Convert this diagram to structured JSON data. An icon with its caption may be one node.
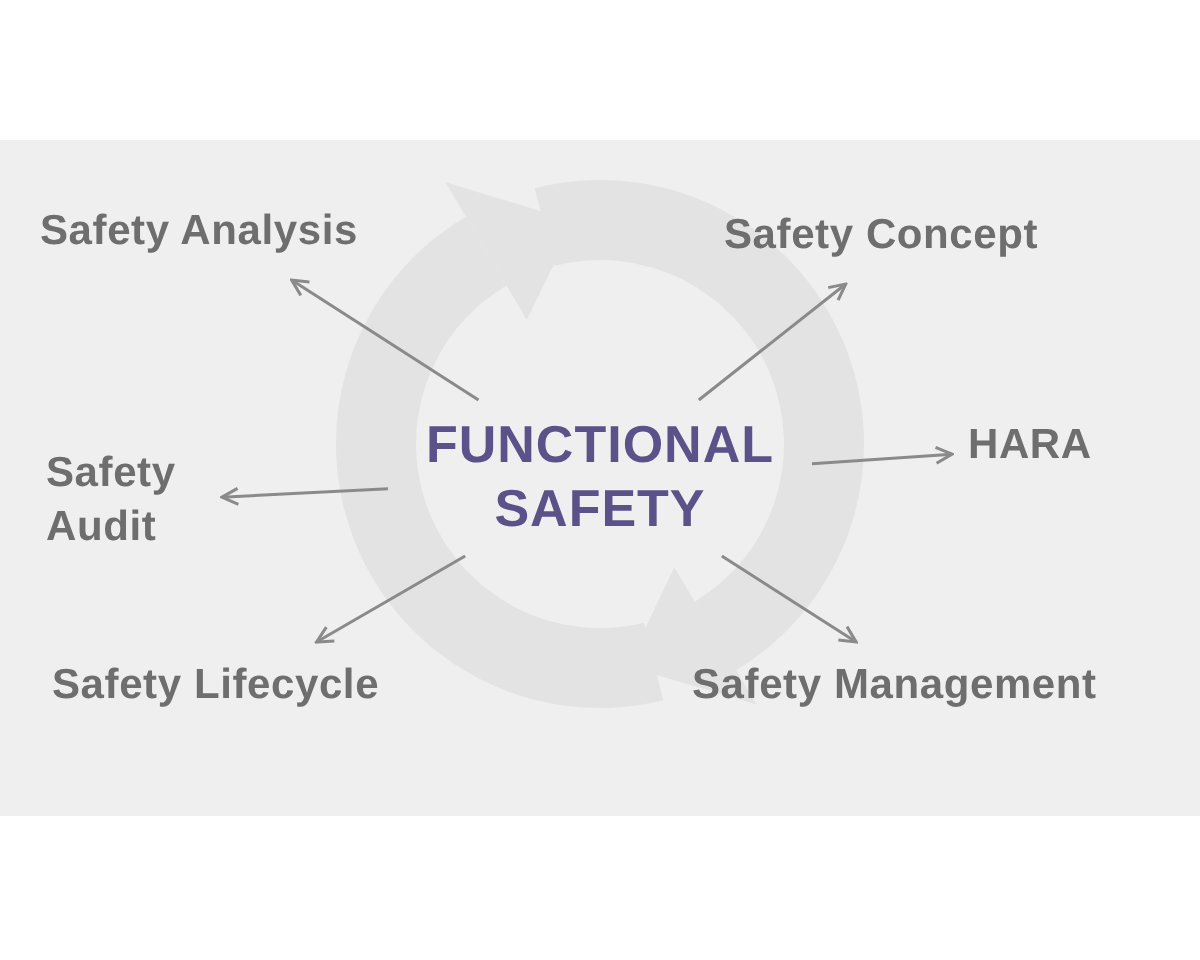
{
  "diagram": {
    "nodes": [
      {
        "text": [
          "Safety Analysis"
        ]
      },
      {
        "text": [
          "Safety Concept"
        ]
      },
      {
        "text": [
          "FUNCTIONAL SAFETY"
        ]
      },
      {
        "text": [
          "HARA"
        ]
      },
      {
        "text": [
          "Safety Audit"
        ]
      },
      {
        "text": [
          "Safety Lifecycle"
        ]
      },
      {
        "text": [
          "Safety Management"
        ]
      }
    ],
    "edges": [
      {
        "from": 2,
        "to": 0,
        "arrow": "to"
      },
      {
        "from": 2,
        "to": 1,
        "arrow": "to"
      },
      {
        "from": 2,
        "to": 3,
        "arrow": "to"
      },
      {
        "from": 2,
        "to": 4,
        "arrow": "to"
      },
      {
        "from": 2,
        "to": 5,
        "arrow": "to"
      },
      {
        "from": 2,
        "to": 6,
        "arrow": "to"
      }
    ]
  }
}
